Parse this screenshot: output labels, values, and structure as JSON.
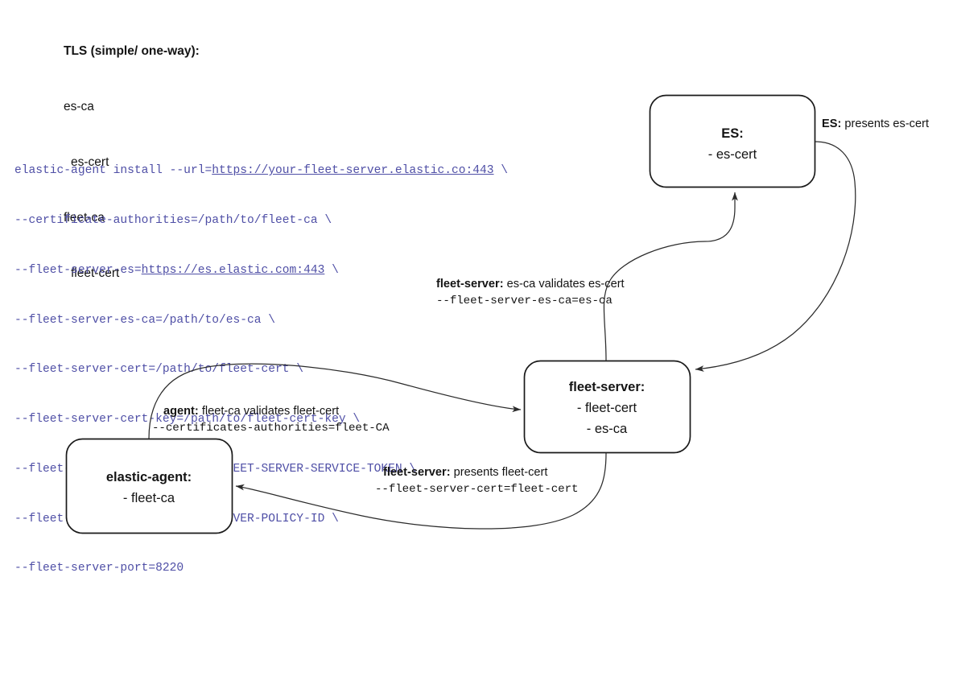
{
  "legend": {
    "title": "TLS (simple/ one-way):",
    "lines": [
      {
        "text": "es-ca",
        "indent": false
      },
      {
        "text": "es-cert",
        "indent": true
      },
      {
        "text": "fleet-ca",
        "indent": false
      },
      {
        "text": "fleet-cert",
        "indent": true
      }
    ]
  },
  "command": {
    "lines": [
      {
        "pre": "elastic-agent install --url=",
        "link": "https://your-fleet-server.elastic.co:443",
        "post": " \\"
      },
      {
        "pre": "--certificate-authorities=/path/to/fleet-ca \\",
        "link": "",
        "post": ""
      },
      {
        "pre": "--fleet-server-es=",
        "link": "https://es.elastic.com:443",
        "post": " \\"
      },
      {
        "pre": "--fleet-server-es-ca=/path/to/es-ca \\",
        "link": "",
        "post": ""
      },
      {
        "pre": "--fleet-server-cert=/path/to/fleet-cert \\",
        "link": "",
        "post": ""
      },
      {
        "pre": "--fleet-server-cert-key=/path/to/fleet-cert-key \\",
        "link": "",
        "post": ""
      },
      {
        "pre": "--fleet-server-service-token=FLEET-SERVER-SERVICE-TOKEN \\",
        "link": "",
        "post": ""
      },
      {
        "pre": "--fleet-server-policy=FLEET-SERVER-POLICY-ID \\",
        "link": "",
        "post": ""
      },
      {
        "pre": "--fleet-server-port=8220",
        "link": "",
        "post": ""
      }
    ],
    "text_color": "#4f4fa6"
  },
  "nodes": {
    "es": {
      "title": "ES:",
      "items": [
        "- es-cert"
      ]
    },
    "fleet_server": {
      "title": "fleet-server:",
      "items": [
        "- fleet-cert",
        "- es-ca"
      ]
    },
    "elastic_agent": {
      "title": "elastic-agent:",
      "items": [
        "- fleet-ca"
      ]
    }
  },
  "edges": {
    "es_presents": {
      "strong": "ES:",
      "rest": " presents es-cert",
      "mono": ""
    },
    "fs_validates_es": {
      "strong": "fleet-server:",
      "rest": " es-ca validates es-cert",
      "mono": "--fleet-server-es-ca=es-ca"
    },
    "agent_validates": {
      "strong": "agent:",
      "rest": " fleet-ca validates fleet-cert",
      "mono": "--certificates-authorities=fleet-CA"
    },
    "fs_presents": {
      "strong": "fleet-server:",
      "rest": " presents fleet-cert",
      "mono": "--fleet-server-cert=fleet-cert"
    }
  },
  "colors": {
    "stroke": "#1a1a1a",
    "edge": "#2b2b2b",
    "text": "#141414",
    "command": "#4f4fa6",
    "background": "#ffffff"
  }
}
